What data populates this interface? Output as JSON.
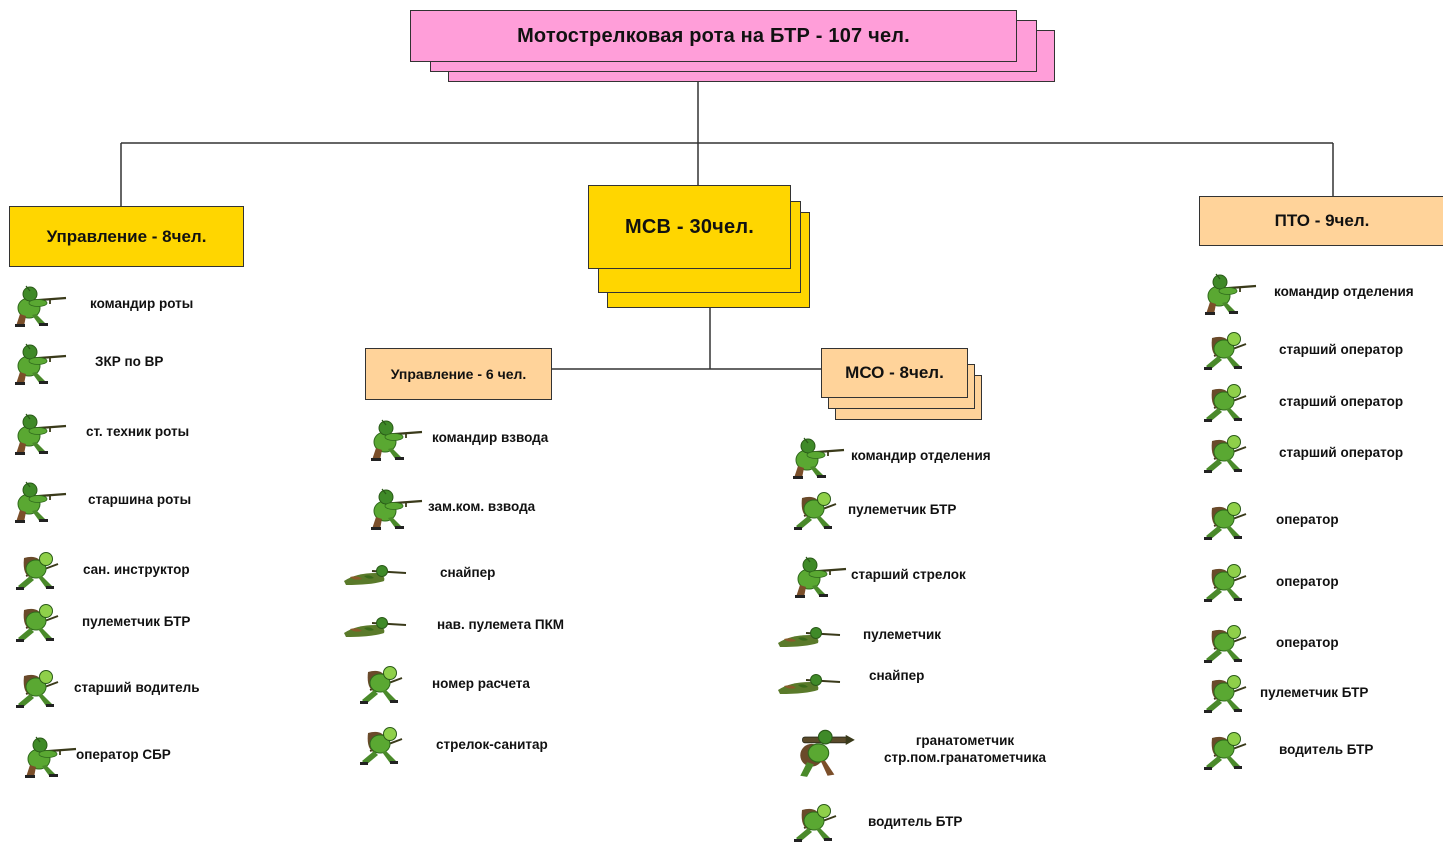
{
  "title": "Мотострелковая рота  на БТР - 107 чел.",
  "units": {
    "control": "Управление - 8чел.",
    "msv": "МСВ - 30чел.",
    "pto": "ПТО - 9чел.",
    "platoon_control": "Управление - 6 чел.",
    "mso": "МСО - 8чел."
  },
  "control_members": [
    "командир роты",
    "ЗКР по ВР",
    "ст. техник роты",
    "старшина роты",
    "сан. инструктор",
    "пулеметчик БТР",
    "старший  водитель",
    "оператор СБР"
  ],
  "platoon_members": [
    "командир взвода",
    "зам.ком. взвода",
    "снайпер",
    "нав. пулемета ПКМ",
    "номер расчета",
    "стрелок-санитар"
  ],
  "mso_members": [
    "командир отделения",
    "пулеметчик БТР",
    "старший стрелок",
    "пулеметчик",
    "снайпер",
    "гранатометчик",
    "стр.пом.гранатометчика",
    "водитель БТР"
  ],
  "pto_members": [
    "командир отделения",
    "старший оператор",
    "старший оператор",
    "старший оператор",
    "оператор",
    "оператор",
    "оператор",
    "пулеметчик БТР",
    "водитель БТР"
  ],
  "icons": {
    "soldier": "soldier-aiming-icon",
    "runner": "soldier-running-icon",
    "prone": "soldier-prone-icon",
    "grenadier": "grenadier-icon"
  },
  "colors": {
    "title_box": "#ff9ed9",
    "msv_box": "#ffd600",
    "control_box": "#ffd600",
    "pto_box": "#ffd39a",
    "sub_box": "#ffd39a",
    "uniform": "#5aa832"
  }
}
